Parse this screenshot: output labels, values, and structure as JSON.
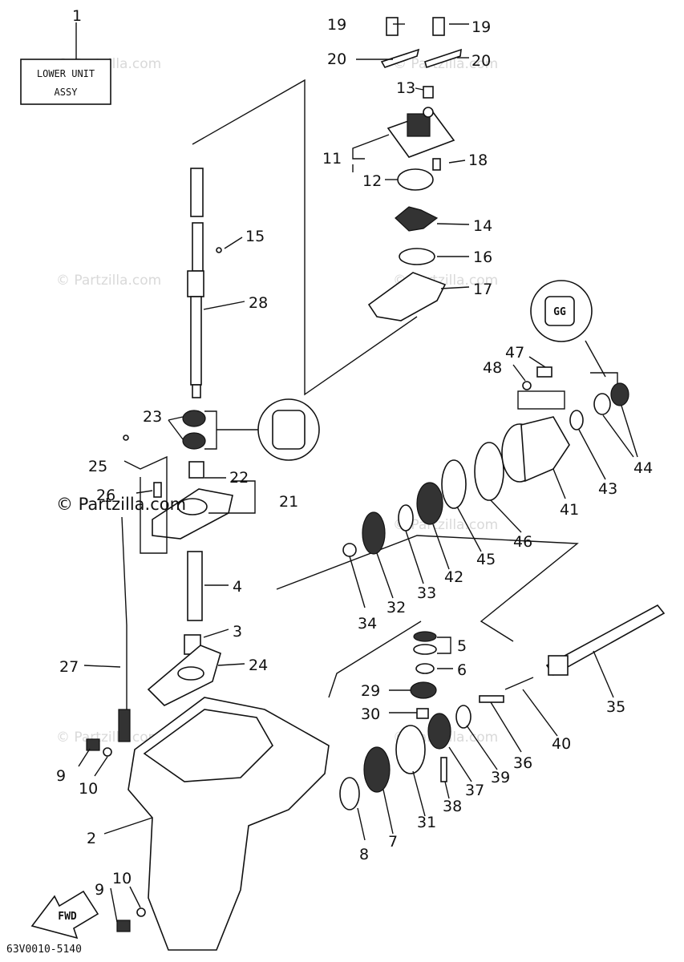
{
  "assembly_box": {
    "line1": "LOWER UNIT",
    "line2": "ASSY"
  },
  "catalog_code": "63V0010-5140",
  "fwd_label": "FWD",
  "grease_label": "GG",
  "watermarks": {
    "strong": "© Partzilla.com",
    "faint": "© Partzilla.com"
  },
  "callouts": {
    "c1": "1",
    "c2": "2",
    "c3": "3",
    "c4": "4",
    "c5": "5",
    "c6": "6",
    "c7": "7",
    "c8": "8",
    "c9a": "9",
    "c9b": "9",
    "c10a": "10",
    "c10b": "10",
    "c11": "11",
    "c12": "12",
    "c13": "13",
    "c14": "14",
    "c15": "15",
    "c16": "16",
    "c17": "17",
    "c18": "18",
    "c19a": "19",
    "c19b": "19",
    "c20a": "20",
    "c20b": "20",
    "c21": "21",
    "c22": "22",
    "c23": "23",
    "c24": "24",
    "c25": "25",
    "c26": "26",
    "c27": "27",
    "c28": "28",
    "c29": "29",
    "c30": "30",
    "c31": "31",
    "c32": "32",
    "c33": "33",
    "c34": "34",
    "c35": "35",
    "c36": "36",
    "c37": "37",
    "c38": "38",
    "c39": "39",
    "c40": "40",
    "c41": "41",
    "c42": "42",
    "c43": "43",
    "c44": "44",
    "c45": "45",
    "c46": "46",
    "c47": "47",
    "c48": "48"
  }
}
